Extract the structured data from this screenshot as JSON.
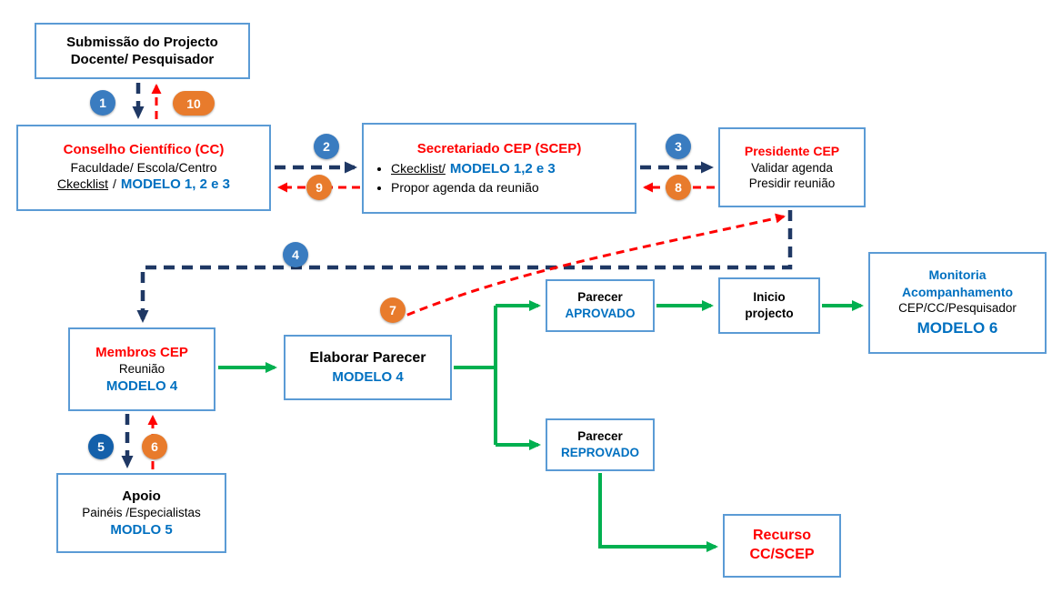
{
  "boxes": {
    "submissao": {
      "line1": "Submissão do Projecto",
      "line2": "Docente/ Pesquisador"
    },
    "conselho": {
      "title": "Conselho Científico (CC)",
      "subtitle": "Faculdade/ Escola/Centro",
      "checklist": "Ckecklist",
      "separator": "/",
      "modelo": "MODELO 1, 2 e 3"
    },
    "secretariado": {
      "title": "Secretariado CEP (SCEP)",
      "bullet1_checklist": "Ckecklist/",
      "bullet1_modelo": "MODELO 1,2 e 3",
      "bullet2": "Propor agenda da reunião"
    },
    "presidente": {
      "title": "Presidente CEP",
      "line2": "Validar agenda",
      "line3": "Presidir reunião"
    },
    "membros": {
      "title": "Membros CEP",
      "line2": "Reunião",
      "modelo": "MODELO 4"
    },
    "apoio": {
      "title": "Apoio",
      "line2": "Painéis /Especialistas",
      "modelo": "MODLO 5"
    },
    "elaborar": {
      "title": "Elaborar Parecer",
      "modelo": "MODELO 4"
    },
    "parecer_aprovado": {
      "line1": "Parecer",
      "line2": "APROVADO"
    },
    "inicio_projecto": {
      "line1": "Inicio",
      "line2": "projecto"
    },
    "monitoria": {
      "title": "Monitoria Acompanhamento",
      "line2": "CEP/CC/Pesquisador",
      "modelo": "MODELO 6"
    },
    "parecer_reprovado": {
      "line1": "Parecer",
      "line2": "REPROVADO"
    },
    "recurso": {
      "line1": "Recurso",
      "line2": "CC/SCEP"
    }
  },
  "badges": {
    "n1": "1",
    "n2": "2",
    "n3": "3",
    "n4": "4",
    "n5": "5",
    "n6": "6",
    "n7": "7",
    "n8": "8",
    "n9": "9",
    "n10": "10"
  },
  "colors": {
    "box_border": "#5B9BD5",
    "red_text": "#FF0000",
    "blue_text": "#0070C0",
    "navy_arrow": "#1F3864",
    "red_arrow": "#FF0000",
    "green_arrow": "#00B050",
    "blue_badge": "#3A7CC0",
    "dark_blue_badge": "#1460AA",
    "orange_badge": "#E87B2C"
  }
}
